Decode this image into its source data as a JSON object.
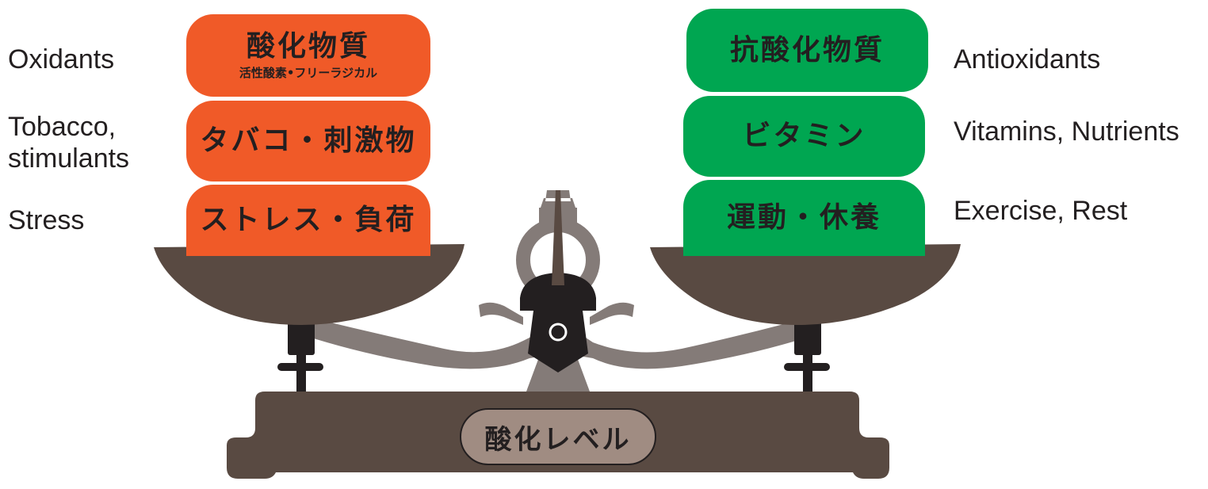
{
  "left": {
    "labels": [
      "Oxidants",
      "Tobacco,\nstimulants",
      "Stress"
    ],
    "boxes": [
      {
        "title": "酸化物質",
        "subtitle": "活性酸素•フリーラジカル"
      },
      {
        "title": "タバコ・刺激物"
      },
      {
        "title": "ストレス・負荷"
      }
    ]
  },
  "right": {
    "labels": [
      "Antioxidants",
      "Vitamins, Nutrients",
      "Exercise, Rest"
    ],
    "boxes": [
      {
        "title": "抗酸化物質"
      },
      {
        "title": "ビタミン"
      },
      {
        "title": "運動・休養"
      }
    ]
  },
  "scale": {
    "label": "酸化レベル"
  },
  "colors": {
    "oxidant": "#f05a28",
    "antioxidant": "#00a651",
    "scale_dark": "#594a42",
    "scale_beam": "#847b78",
    "scale_foot": "#231f20",
    "label_pill": "#a08c82"
  }
}
